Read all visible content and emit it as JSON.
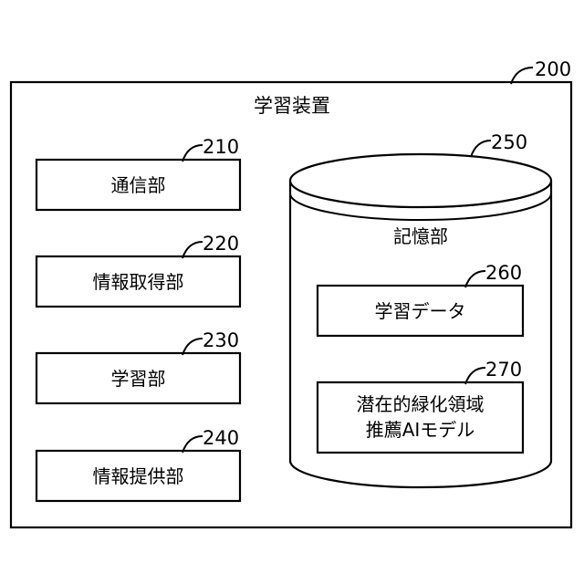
{
  "device": {
    "ref": "200",
    "title": "学習装置"
  },
  "units": [
    {
      "ref": "210",
      "label": "通信部"
    },
    {
      "ref": "220",
      "label": "情報取得部"
    },
    {
      "ref": "230",
      "label": "学習部"
    },
    {
      "ref": "240",
      "label": "情報提供部"
    }
  ],
  "storage": {
    "ref": "250",
    "title": "記憶部",
    "items": [
      {
        "ref": "260",
        "lines": [
          "学習データ"
        ]
      },
      {
        "ref": "270",
        "lines": [
          "潜在的緑化領域",
          "推薦AIモデル"
        ]
      }
    ]
  }
}
